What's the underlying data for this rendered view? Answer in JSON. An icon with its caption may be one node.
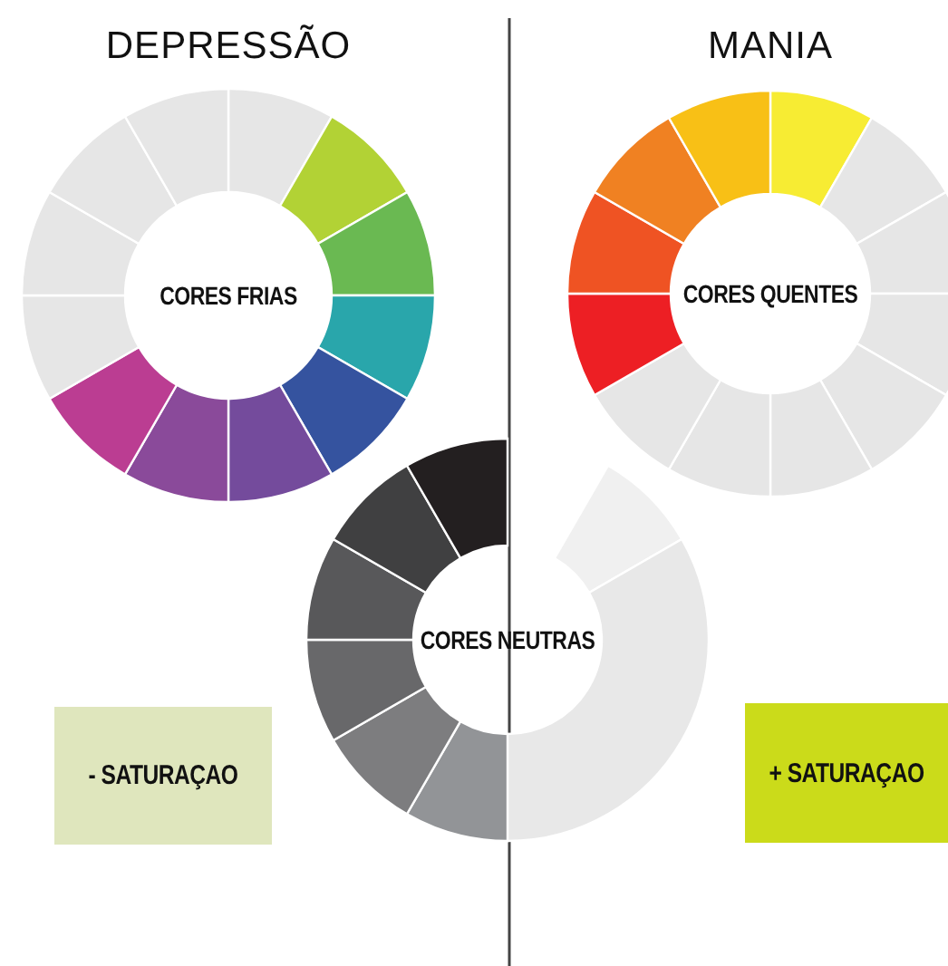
{
  "diagram": {
    "nodes": [
      {
        "text": [
          "CORES FRIAS"
        ],
        "beside": [
          "DEPRESSÃO"
        ]
      },
      {
        "text": [
          "CORES QUENTES"
        ],
        "beside": [
          "MANIA"
        ]
      },
      {
        "text": [
          "CORES NEUTRAS"
        ]
      },
      {
        "text": [
          "- SATURAÇAO"
        ]
      },
      {
        "text": [
          "+ SATURAÇAO"
        ]
      }
    ]
  }
}
